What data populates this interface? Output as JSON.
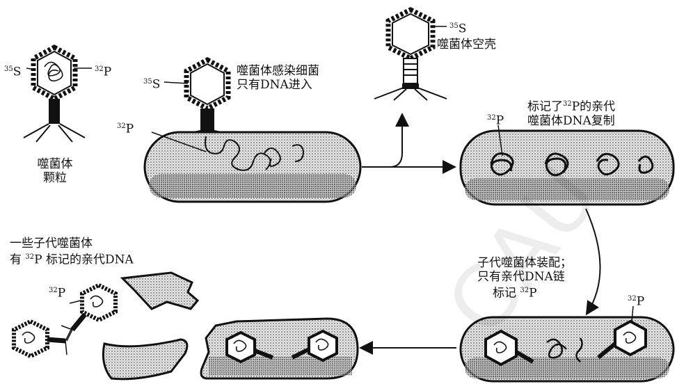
{
  "labels": {
    "phage_s_label": "S",
    "phage_s_sup": "35",
    "phage_p_label": "P",
    "phage_p_sup": "32",
    "phage_particle_line1": "噬菌体",
    "phage_particle_line2": "颗粒",
    "infect_s_sup": "35",
    "infect_s_label": "S",
    "infect_p_sup": "32",
    "infect_p_label": "P",
    "infect_text_line1": "噬菌体感染细菌",
    "infect_text_line2": "只有DNA进入",
    "ghost_s_sup": "35",
    "ghost_s_label": "S",
    "ghost_text": "噬菌体空壳",
    "replicate_line1_pre": "标记了",
    "replicate_line1_sup": "32",
    "replicate_line1_post": "P的亲代",
    "replicate_line2": "噬菌体DNA复制",
    "replicate_p_sup": "32",
    "replicate_p_label": "P",
    "assembly_line1": "子代噬菌体装配；",
    "assembly_line2": "只有亲代DNA链",
    "assembly_line3_pre": "标记 ",
    "assembly_line3_sup": "32",
    "assembly_line3_post": "P",
    "assembly_p_sup": "32",
    "assembly_p_label": "P",
    "progeny_line1": "一些子代噬菌体",
    "progeny_line2_pre": "有 ",
    "progeny_line2_sup": "32",
    "progeny_line2_post": "P 标记的亲代DNA",
    "lysis_p_sup": "32",
    "lysis_p_label": "P",
    "watermark": "CAU"
  }
}
